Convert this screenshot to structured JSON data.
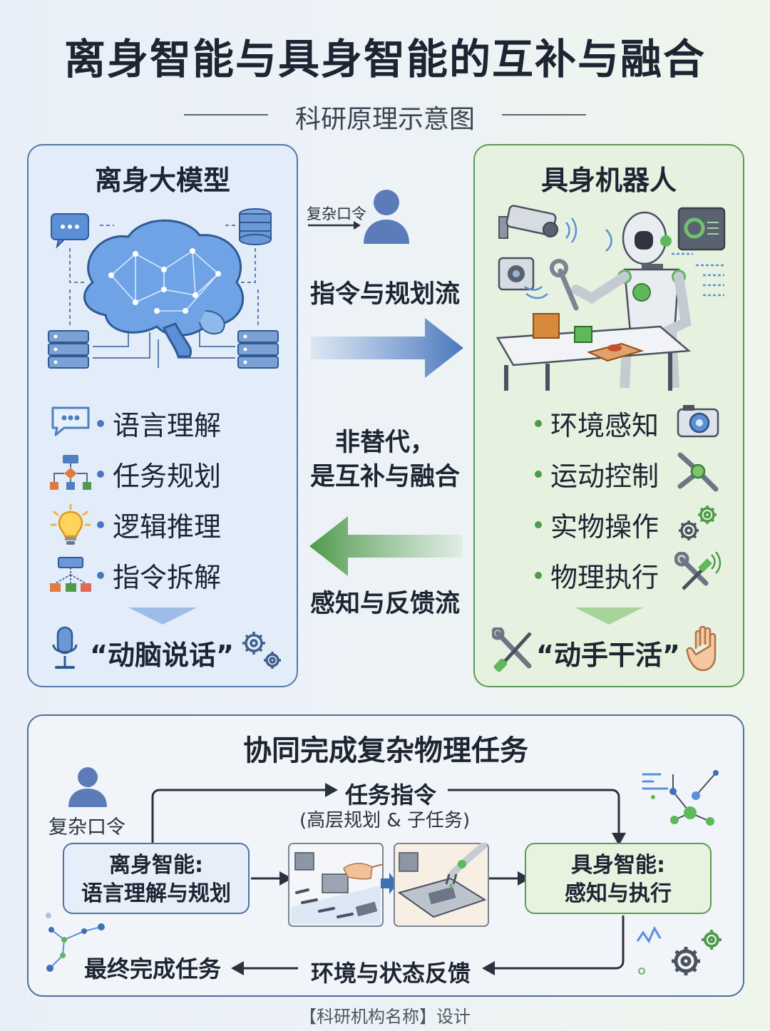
{
  "header": {
    "title": "离身智能与具身智能的互补与融合",
    "subtitle": "科研原理示意图"
  },
  "left_panel": {
    "title": "离身大模型",
    "features": [
      "语言理解",
      "任务规划",
      "逻辑推理",
      "指令拆解"
    ],
    "slogan": "“动脑说话”"
  },
  "right_panel": {
    "title": "具身机器人",
    "features": [
      "环境感知",
      "运动控制",
      "实物操作",
      "物理执行"
    ],
    "slogan": "“动手干活”"
  },
  "middle": {
    "complex_command": "复杂口令",
    "forward_flow": "指令与规划流",
    "relation_line1": "非替代，",
    "relation_line2": "是互补与融合",
    "feedback_flow": "感知与反馈流"
  },
  "bottom": {
    "title": "协同完成复杂物理任务",
    "complex_command": "复杂口令",
    "left_box_line1": "离身智能:",
    "left_box_line2": "语言理解与规划",
    "right_box_line1": "具身智能:",
    "right_box_line2": "感知与执行",
    "task_label": "任务指令",
    "task_sub": "(高层规划 & 子任务)",
    "feedback_label": "环境与状态反馈",
    "final_label": "最终完成任务"
  },
  "footer": "【科研机构名称】设计",
  "colors": {
    "blue_accent": "#4a78bf",
    "green_accent": "#4f9a4a",
    "dark_text": "#1d2533"
  }
}
